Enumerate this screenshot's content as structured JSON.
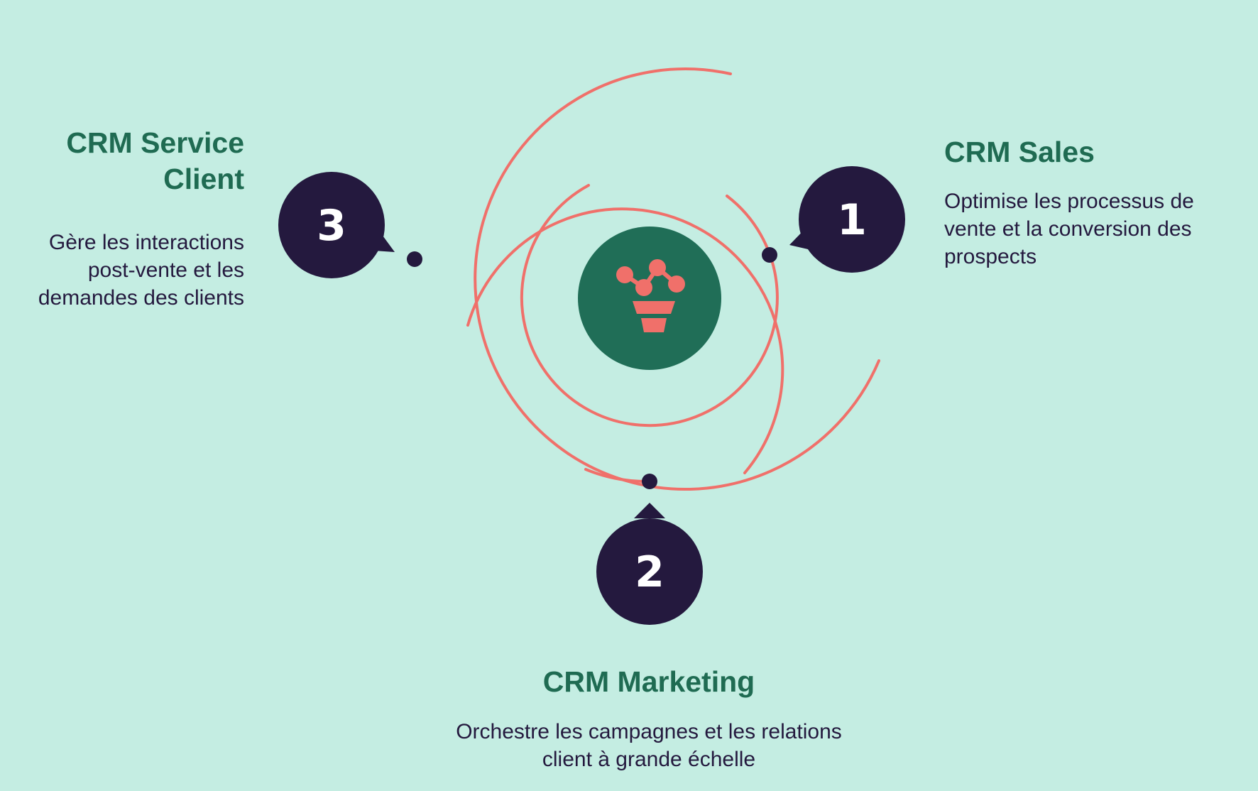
{
  "colors": {
    "background": "#c4ede2",
    "ring": "#f0706a",
    "badge": "#24193e",
    "center": "#206e57",
    "title": "#1f6b52",
    "text": "#24193e"
  },
  "center_icon": "funnel-network-icon",
  "items": [
    {
      "number": "1",
      "title": "CRM Sales",
      "description": "Optimise les processus de vente et la conversion des prospects"
    },
    {
      "number": "2",
      "title": "CRM Marketing",
      "description": "Orchestre les campagnes et les relations client à grande échelle"
    },
    {
      "number": "3",
      "title": "CRM Service Client",
      "description": "Gère les interactions post-vente et les demandes des clients"
    }
  ]
}
